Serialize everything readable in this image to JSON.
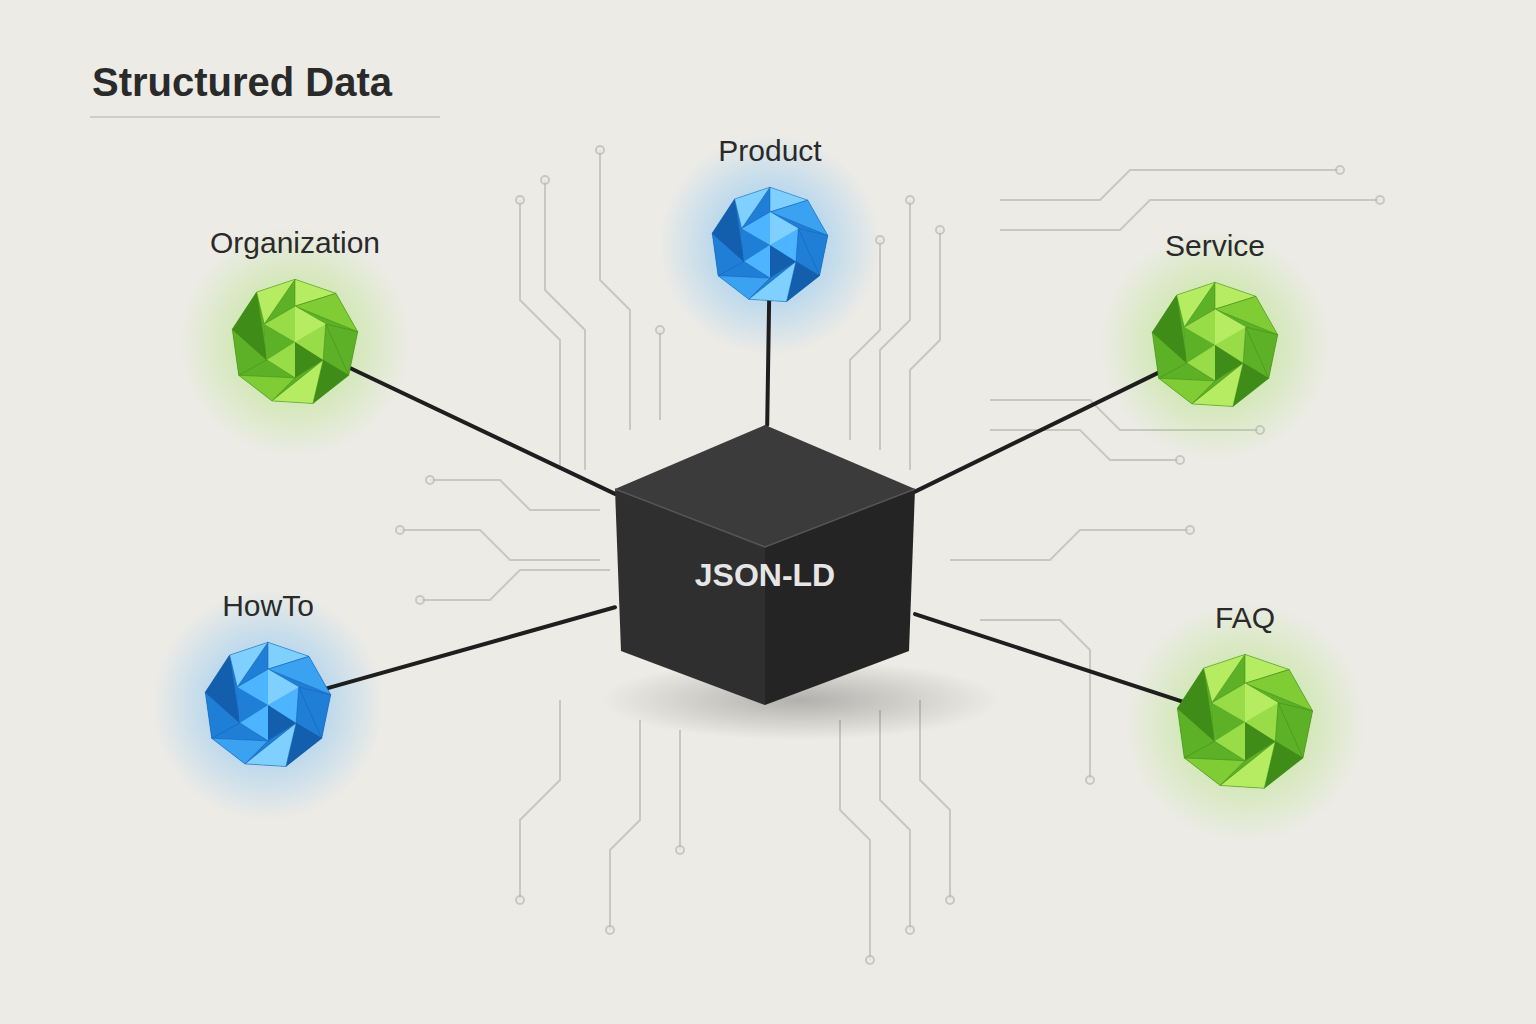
{
  "diagram": {
    "title": "Structured Data",
    "nodes": [
      {
        "text": [
          "Product"
        ]
      },
      {
        "text": [
          "Organization"
        ]
      },
      {
        "text": [
          "Service"
        ]
      },
      {
        "text": [
          "JSON-LD"
        ]
      },
      {
        "text": [
          "HowTo"
        ]
      },
      {
        "text": [
          "FAQ"
        ]
      }
    ],
    "edges": [
      {
        "from": 3,
        "to": 0,
        "arrow": "none"
      },
      {
        "from": 3,
        "to": 1,
        "arrow": "none"
      },
      {
        "from": 3,
        "to": 2,
        "arrow": "none"
      },
      {
        "from": 3,
        "to": 4,
        "arrow": "none"
      },
      {
        "from": 3,
        "to": 5,
        "arrow": "none"
      }
    ]
  }
}
